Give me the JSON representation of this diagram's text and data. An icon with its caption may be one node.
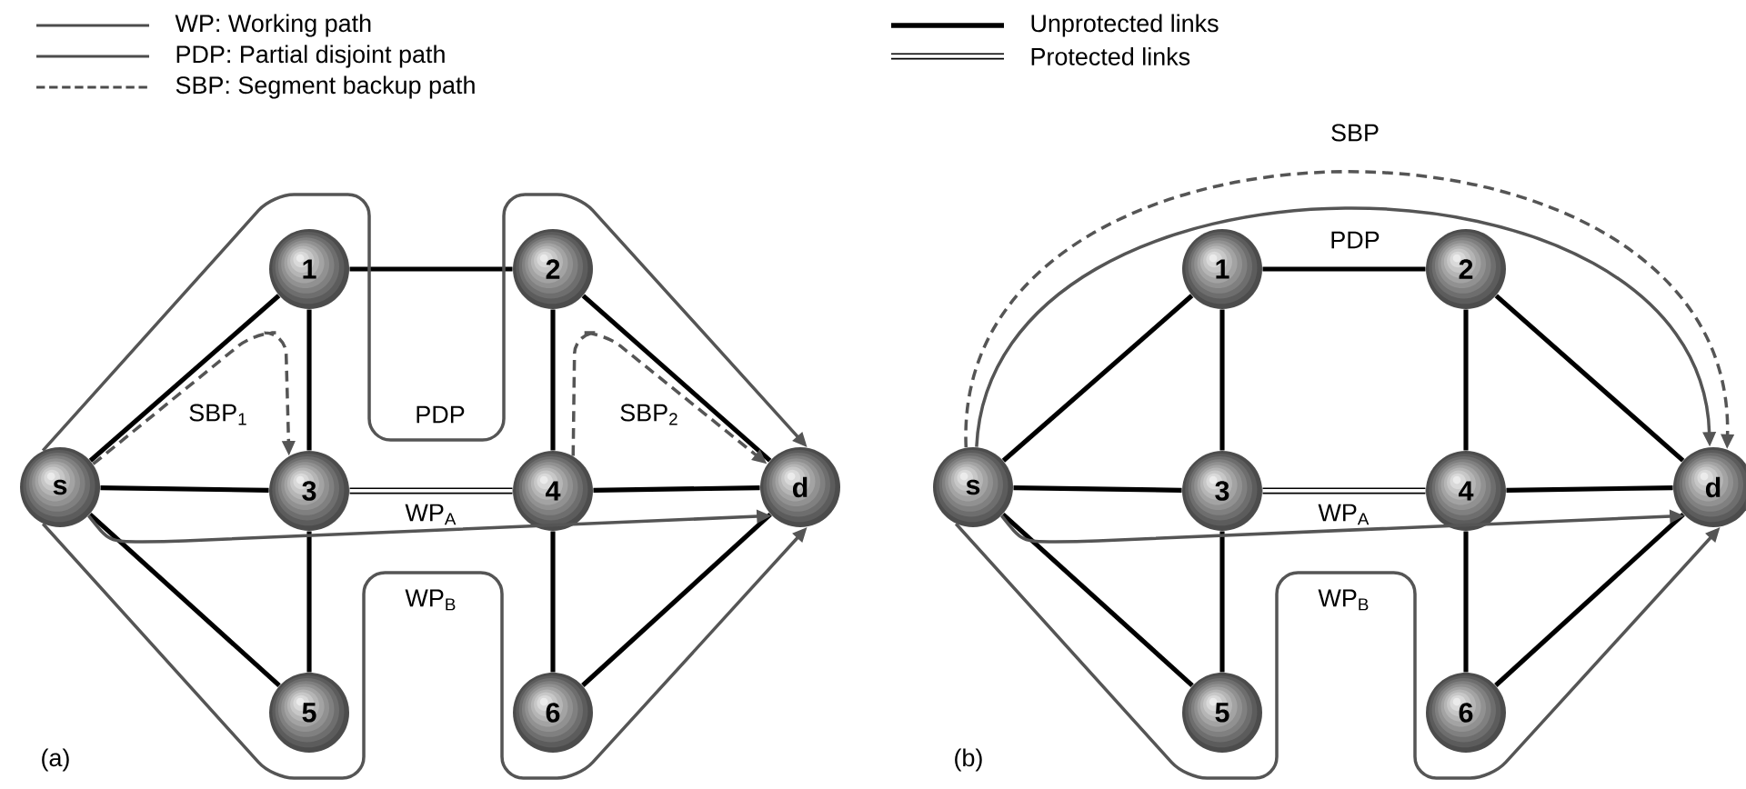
{
  "diagram": {
    "nodes": [
      {
        "text": [
          "s"
        ]
      },
      {
        "text": [
          "1"
        ]
      },
      {
        "text": [
          "2"
        ]
      },
      {
        "text": [
          "3"
        ]
      },
      {
        "text": [
          "4"
        ]
      },
      {
        "text": [
          "5"
        ]
      },
      {
        "text": [
          "6"
        ]
      },
      {
        "text": [
          "d"
        ]
      },
      {
        "text": [
          "s"
        ]
      },
      {
        "text": [
          "1"
        ]
      },
      {
        "text": [
          "2"
        ]
      },
      {
        "text": [
          "3"
        ]
      },
      {
        "text": [
          "4"
        ]
      },
      {
        "text": [
          "5"
        ]
      },
      {
        "text": [
          "6"
        ]
      },
      {
        "text": [
          "d"
        ]
      }
    ],
    "edges": [
      {
        "from": 0,
        "to": 1,
        "arrow": "none"
      },
      {
        "from": 0,
        "to": 3,
        "arrow": "none"
      },
      {
        "from": 0,
        "to": 5,
        "arrow": "none"
      },
      {
        "from": 1,
        "to": 2,
        "arrow": "none"
      },
      {
        "from": 1,
        "to": 3,
        "arrow": "none"
      },
      {
        "from": 2,
        "to": 4,
        "arrow": "none"
      },
      {
        "from": 2,
        "to": 7,
        "arrow": "none"
      },
      {
        "from": 3,
        "to": 4,
        "arrow": "none"
      },
      {
        "from": 4,
        "to": 7,
        "arrow": "none"
      },
      {
        "from": 3,
        "to": 5,
        "arrow": "none"
      },
      {
        "from": 4,
        "to": 6,
        "arrow": "none"
      },
      {
        "from": 6,
        "to": 7,
        "arrow": "none"
      },
      {
        "from": 0,
        "to": 7,
        "arrow": "to",
        "label": "PDP",
        "color": "#555555"
      },
      {
        "from": 0,
        "to": 3,
        "arrow": "to",
        "label": "SBP$_{1}$",
        "style": "dashed",
        "color": "#555555"
      },
      {
        "from": 4,
        "to": 7,
        "arrow": "to",
        "label": "SBP$_{2}$",
        "style": "dashed",
        "color": "#555555"
      },
      {
        "from": 0,
        "to": 7,
        "arrow": "to",
        "label": "WP$_{A}$",
        "color": "#555555"
      },
      {
        "from": 0,
        "to": 7,
        "arrow": "to",
        "label": "WP$_{B}$",
        "color": "#555555"
      },
      {
        "from": 8,
        "to": 9,
        "arrow": "none"
      },
      {
        "from": 8,
        "to": 11,
        "arrow": "none"
      },
      {
        "from": 8,
        "to": 13,
        "arrow": "none"
      },
      {
        "from": 9,
        "to": 10,
        "arrow": "none"
      },
      {
        "from": 9,
        "to": 11,
        "arrow": "none"
      },
      {
        "from": 10,
        "to": 12,
        "arrow": "none"
      },
      {
        "from": 10,
        "to": 15,
        "arrow": "none"
      },
      {
        "from": 11,
        "to": 12,
        "arrow": "none"
      },
      {
        "from": 12,
        "to": 15,
        "arrow": "none"
      },
      {
        "from": 11,
        "to": 13,
        "arrow": "none"
      },
      {
        "from": 12,
        "to": 14,
        "arrow": "none"
      },
      {
        "from": 14,
        "to": 15,
        "arrow": "none"
      },
      {
        "from": 8,
        "to": 15,
        "arrow": "to",
        "label": "SBP",
        "style": "dashed",
        "color": "#555555"
      },
      {
        "from": 8,
        "to": 15,
        "arrow": "to",
        "label": "PDP",
        "color": "#555555"
      },
      {
        "from": 8,
        "to": 15,
        "arrow": "to",
        "label": "WP$_{A}$",
        "color": "#555555"
      },
      {
        "from": 8,
        "to": 15,
        "arrow": "to",
        "label": "WP$_{B}$",
        "color": "#555555"
      }
    ],
    "labels": [
      "(a)",
      "(b)"
    ],
    "legend": [
      {
        "text": "WP: Working path"
      },
      {
        "text": "PDP: Partial disjoint path"
      },
      {
        "text": "SBP: Segment backup path"
      },
      {
        "text": "Unprotected links"
      },
      {
        "text": "Protected links"
      }
    ]
  }
}
